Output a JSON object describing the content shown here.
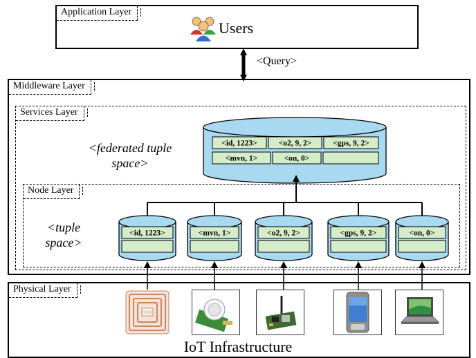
{
  "layers": {
    "application": "Application Layer",
    "middleware": "Middleware Layer",
    "services": "Services Layer",
    "node": "Node Layer",
    "physical": "Physical Layer"
  },
  "users_label": "Users",
  "query_label": "<Query>",
  "federated_label_line1": "<federated tuple",
  "federated_label_line2": "space>",
  "tuple_label_line1": "<tuple",
  "tuple_label_line2": "space>",
  "federated_tuples": [
    "<id, 1223>",
    "<o2, 9, 2>",
    "<gps, 9, 2>",
    "<mvn, 1>",
    "<on, 0>"
  ],
  "node_tuples": [
    "<id, 1223>",
    "<mvn, 1>",
    "<o2, 9, 2>",
    "<gps, 9, 2>",
    "<on, 0>"
  ],
  "devices": [
    {
      "name": "rfid-tag",
      "icon": "rfid-icon",
      "text": "RFID"
    },
    {
      "name": "motion-sensor",
      "icon": "pir-sensor-icon"
    },
    {
      "name": "sensor-board",
      "icon": "circuit-board-icon"
    },
    {
      "name": "smartphone",
      "icon": "smartphone-icon"
    },
    {
      "name": "laptop",
      "icon": "laptop-icon"
    }
  ],
  "infrastructure_label": "IoT Infrastructure",
  "colors": {
    "cylinder_fill": "#a9d9f0",
    "cell_fill": "#d6ecc9",
    "border": "#000000"
  }
}
